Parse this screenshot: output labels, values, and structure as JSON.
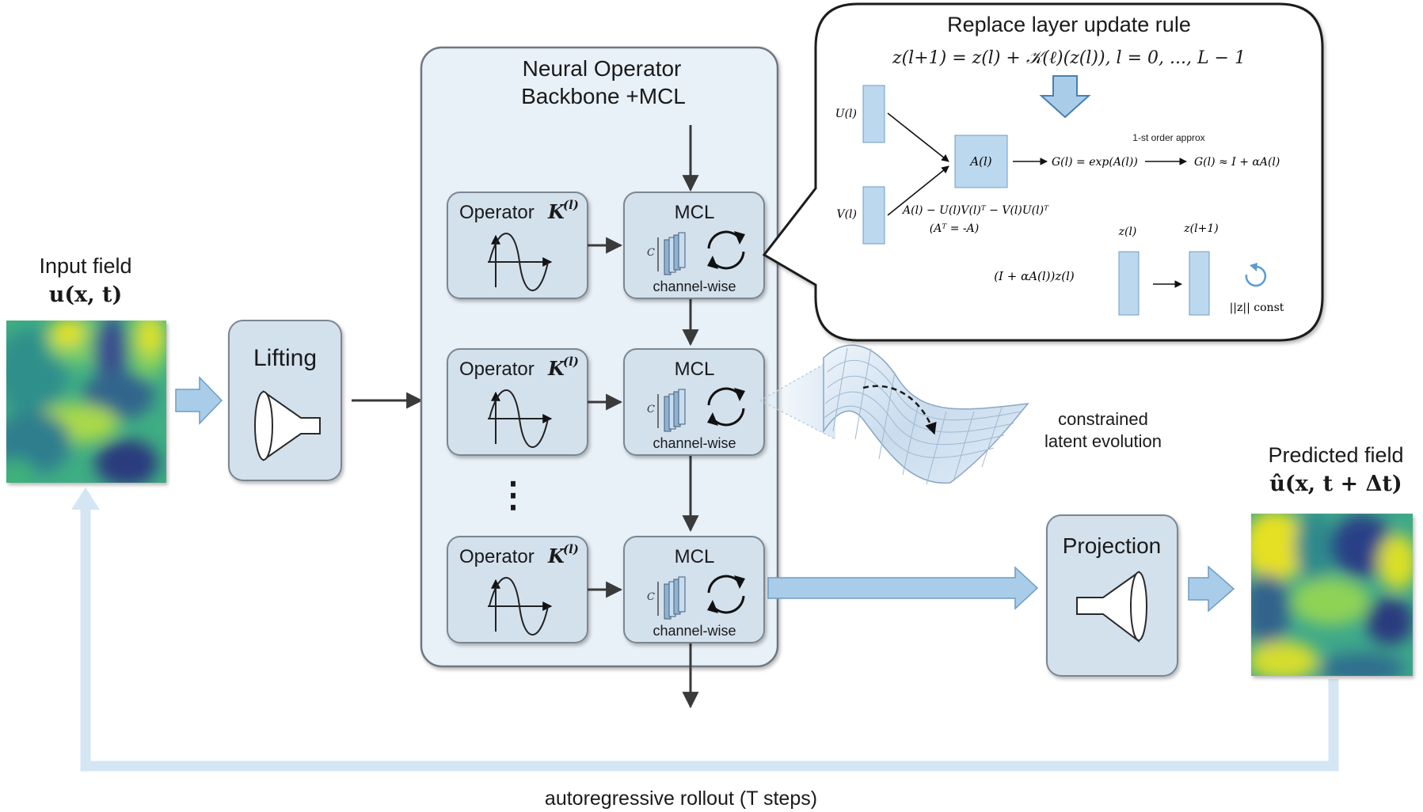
{
  "input_field": {
    "title": "Input field",
    "formula": "u(x, t)"
  },
  "lifting": {
    "label": "Lifting"
  },
  "backbone": {
    "title_line1": "Neural Operator",
    "title_line2": "Backbone +MCL",
    "ellipsis": "⋮",
    "rows": [
      {
        "operator_label": "Operator",
        "operator_symbol": "K",
        "operator_sup": "(l)",
        "mcl_label": "MCL",
        "mcl_sub": "channel-wise",
        "channel_c": "C"
      },
      {
        "operator_label": "Operator",
        "operator_symbol": "K",
        "operator_sup": "(l)",
        "mcl_label": "MCL",
        "mcl_sub": "channel-wise",
        "channel_c": "C"
      },
      {
        "operator_label": "Operator",
        "operator_symbol": "K",
        "operator_sup": "(l)",
        "mcl_label": "MCL",
        "mcl_sub": "channel-wise",
        "channel_c": "C"
      }
    ]
  },
  "callout": {
    "title": "Replace layer update rule",
    "rule": "z(l+1) = z(l) + 𝒦(ℓ)(z(l)),  l = 0, ..., L − 1",
    "U_label": "U(l)",
    "V_label": "V(l)",
    "A_label": "A(l)",
    "A_def": "A(l) − U(l)V(l)ᵀ − V(l)U(l)ᵀ",
    "A_skew": "(Aᵀ = -A)",
    "G_def": "G(l) = exp(A(l))",
    "approx_title": "1-st order approx",
    "G_approx": "G(l) ≈  I + αA(l)",
    "z_l": "z(l)",
    "z_l1": "z(l+1)",
    "update": "(I + αA(l))z(l)",
    "norm": "||z|| const"
  },
  "manifold": {
    "line1": "constrained",
    "line2": "latent evolution"
  },
  "projection": {
    "label": "Projection"
  },
  "predicted_field": {
    "title": "Predicted field",
    "formula": "û(x, t + Δt)"
  },
  "rollout": {
    "label": "autoregressive rollout (T steps)"
  },
  "colors": {
    "block_fill": "#d3e1ed",
    "backbone_fill": "#e9f1f8",
    "arrow_blue": "#a9cde9",
    "loop_blue": "#d4e6f4",
    "dark": "#3a3a3a"
  }
}
